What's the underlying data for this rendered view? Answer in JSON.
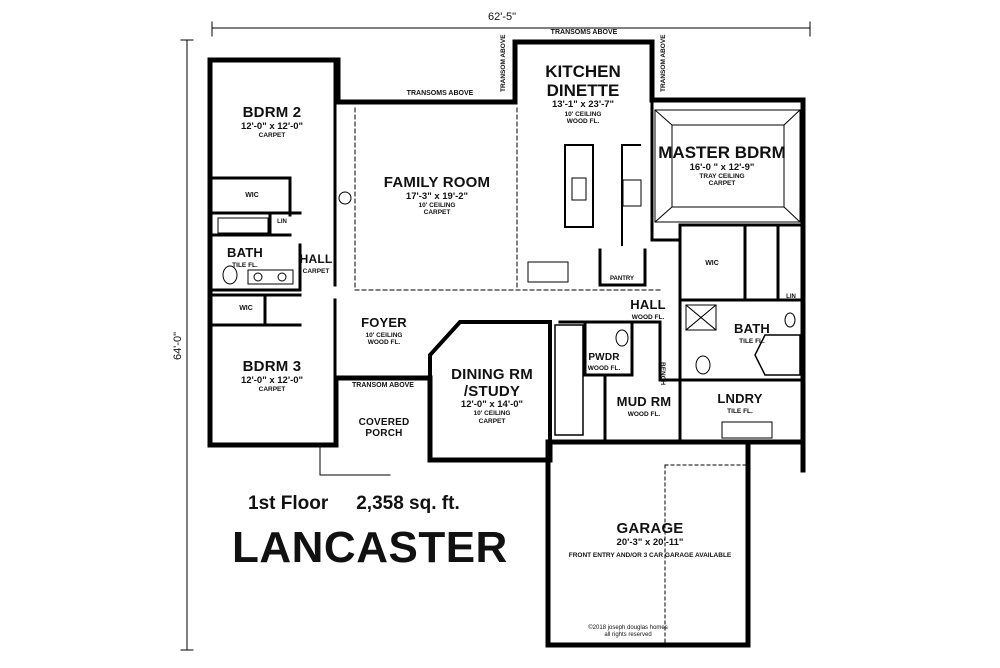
{
  "overall": {
    "width": "62'-5\"",
    "depth": "64'-0\""
  },
  "rooms": {
    "bdrm2": {
      "name": "BDRM 2",
      "dim": "12'-0\" x 12'-0\"",
      "notes": [
        "CARPET"
      ]
    },
    "bdrm3": {
      "name": "BDRM 3",
      "dim": "12'-0\" x 12'-0\"",
      "notes": [
        "CARPET"
      ]
    },
    "family": {
      "name": "FAMILY ROOM",
      "dim": "17'-3\" x 19'-2\"",
      "notes": [
        "10' CEILING",
        "CARPET"
      ]
    },
    "kitchen": {
      "name": [
        "KITCHEN",
        "DINETTE"
      ],
      "dim": "13'-1\" x 23'-7\"",
      "notes": [
        "10' CEILING",
        "WOOD FL."
      ]
    },
    "master": {
      "name": "MASTER BDRM",
      "dim": "16'-0 \" x 12'-9\"",
      "notes": [
        "TRAY CEILING",
        "CARPET"
      ]
    },
    "foyer": {
      "name": "FOYER",
      "notes": [
        "10' CEILING",
        "WOOD FL."
      ]
    },
    "dining": {
      "name": [
        "DINING RM",
        "/STUDY"
      ],
      "dim": "12'-0\" x 14'-0\"",
      "notes": [
        "10' CEILING",
        "CARPET"
      ]
    },
    "garage": {
      "name": "GARAGE",
      "dim": "20'-3\" x 20'-11\"",
      "notes": [
        "FRONT ENTRY AND/OR 3 CAR GARAGE AVAILABLE"
      ]
    },
    "mudrm": {
      "name": "MUD RM",
      "notes": [
        "WOOD FL."
      ]
    },
    "lndry": {
      "name": "LNDRY",
      "notes": [
        "TILE FL."
      ]
    },
    "hall_main": {
      "name": "HALL",
      "notes": [
        "WOOD FL."
      ]
    },
    "hall_bed": {
      "name": "HALL",
      "notes": [
        "CARPET"
      ]
    },
    "bath_left": {
      "name": "BATH",
      "notes": [
        "TILE FL."
      ]
    },
    "bath_master": {
      "name": "BATH",
      "notes": [
        "TILE FL."
      ]
    },
    "pwdr": {
      "name": "PWDR",
      "notes": [
        "WOOD FL."
      ]
    },
    "porch": {
      "name": [
        "COVERED",
        "PORCH"
      ]
    }
  },
  "small_labels": {
    "wic1": "WIC",
    "wic2": "WIC",
    "wic3": "WIC",
    "lin1": "LIN",
    "lin2": "LIN",
    "pantry": "PANTRY",
    "bench": "BENCH"
  },
  "annotations": {
    "transoms_above_top": "TRANSOMS ABOVE",
    "transoms_above_family": "TRANSOMS ABOVE",
    "transom_left": "TRANSOM ABOVE",
    "transom_right": "TRANSOM ABOVE",
    "transom_porch": "TRANSOM ABOVE"
  },
  "floor": {
    "label": "1st Floor",
    "area": "2,358 sq. ft."
  },
  "plan_name": "LANCASTER",
  "copyright": [
    "©2018 joseph douglas homes",
    "all rights reserved"
  ]
}
